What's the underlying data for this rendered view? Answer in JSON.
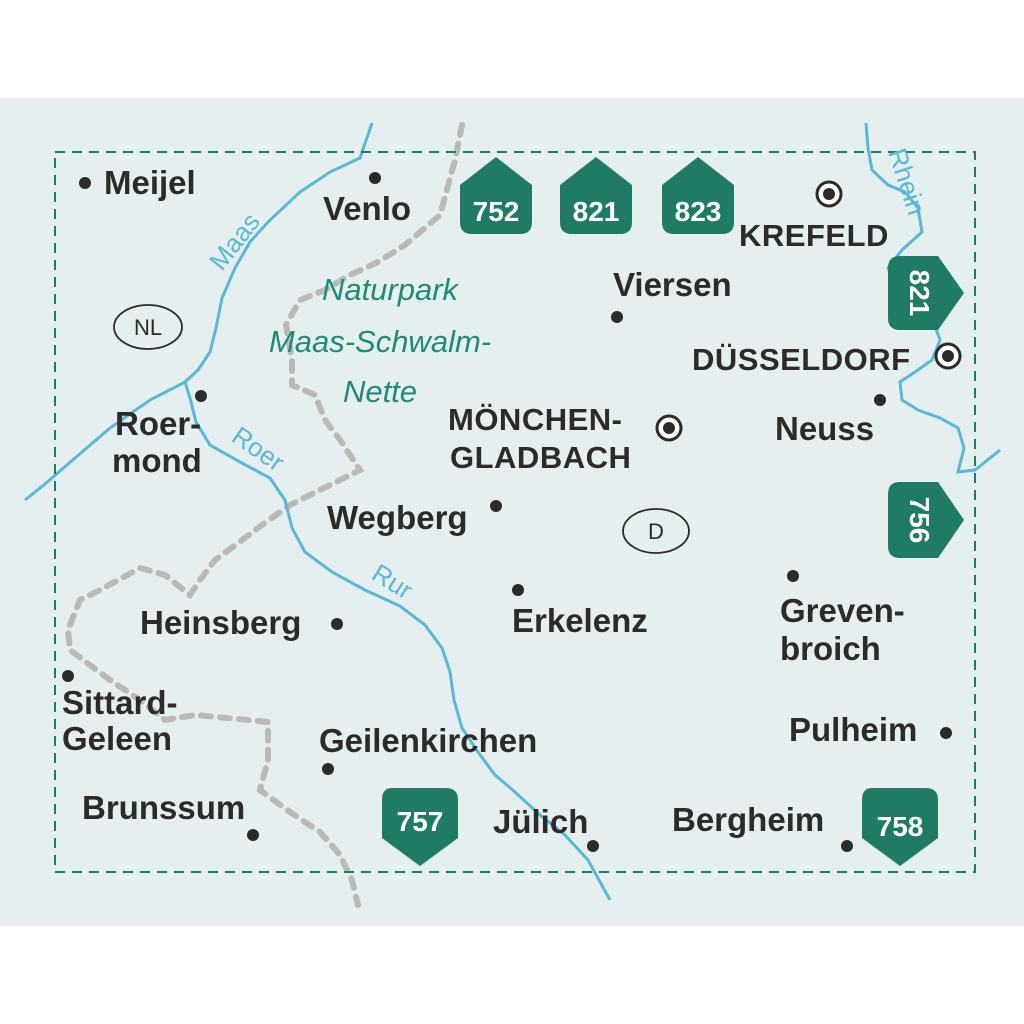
{
  "colors": {
    "background": "#e6efef",
    "river": "#59b8d6",
    "border": "#9b9b9b",
    "frame": "#1f7a66",
    "sheet_badge": "#1f7a66",
    "park_text": "#1f8a75",
    "text": "#2b2b2b"
  },
  "map": {
    "towns": [
      {
        "id": "meijel",
        "label": "Meijel"
      },
      {
        "id": "venlo",
        "label": "Venlo"
      },
      {
        "id": "viersen",
        "label": "Viersen"
      },
      {
        "id": "roer1",
        "label": "Roer-"
      },
      {
        "id": "roer2",
        "label": "mond"
      },
      {
        "id": "wegberg",
        "label": "Wegberg"
      },
      {
        "id": "neuss",
        "label": "Neuss"
      },
      {
        "id": "heinsberg",
        "label": "Heinsberg"
      },
      {
        "id": "erkelenz",
        "label": "Erkelenz"
      },
      {
        "id": "greven1",
        "label": "Greven-"
      },
      {
        "id": "greven2",
        "label": "broich"
      },
      {
        "id": "sittard1",
        "label": "Sittard-"
      },
      {
        "id": "sittard2",
        "label": "Geleen"
      },
      {
        "id": "geilenkirchen",
        "label": "Geilenkirchen"
      },
      {
        "id": "pulheim",
        "label": "Pulheim"
      },
      {
        "id": "brunssum",
        "label": "Brunssum"
      },
      {
        "id": "juelich",
        "label": "Jülich"
      },
      {
        "id": "bergheim",
        "label": "Bergheim"
      }
    ],
    "cities": [
      {
        "id": "krefeld",
        "label": "KREFELD"
      },
      {
        "id": "duesseldorf",
        "label": "DÜSSELDORF"
      },
      {
        "id": "mg1",
        "label": "MÖNCHEN-"
      },
      {
        "id": "mg2",
        "label": "GLADBACH"
      }
    ],
    "rivers": {
      "maas": "Maas",
      "roer": "Roer",
      "rur": "Rur",
      "rhein": "Rhein"
    },
    "park": {
      "line1": "Naturpark",
      "line2": "Maas-Schwalm-",
      "line3": "Nette"
    },
    "countries": {
      "nl": "NL",
      "d": "D"
    },
    "sheets": {
      "s752": "752",
      "s821_top": "821",
      "s823": "823",
      "s821_right": "821",
      "s756": "756",
      "s757": "757",
      "s758": "758"
    }
  }
}
